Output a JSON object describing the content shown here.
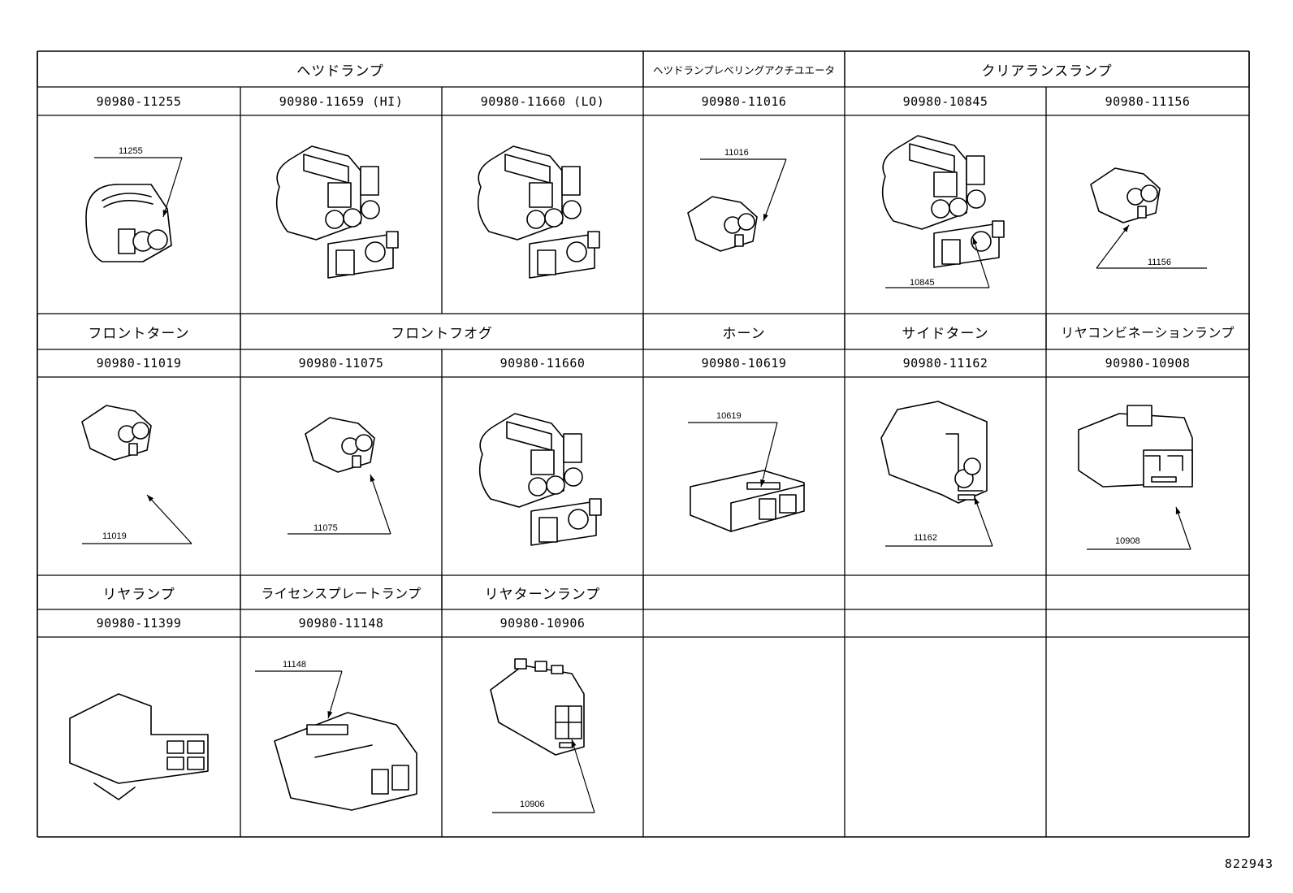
{
  "groups": [
    {
      "title": "ヘツドランプ",
      "parts": [
        {
          "number": "90980-11255",
          "callout": "11255"
        },
        {
          "number": "90980-11659 (HI)",
          "callout": ""
        },
        {
          "number": "90980-11660 (LO)",
          "callout": ""
        }
      ]
    },
    {
      "title": "ヘツドランプレベリングアクチユエータ",
      "parts": [
        {
          "number": "90980-11016",
          "callout": "11016"
        }
      ]
    },
    {
      "title": "クリアランスランプ",
      "parts": [
        {
          "number": "90980-10845",
          "callout": "10845"
        },
        {
          "number": "90980-11156",
          "callout": "11156"
        }
      ]
    },
    {
      "title": "フロントターン",
      "parts": [
        {
          "number": "90980-11019",
          "callout": "11019"
        }
      ]
    },
    {
      "title": "フロントフオグ",
      "parts": [
        {
          "number": "90980-11075",
          "callout": "11075"
        },
        {
          "number": "90980-11660",
          "callout": ""
        }
      ]
    },
    {
      "title": "ホーン",
      "parts": [
        {
          "number": "90980-10619",
          "callout": "10619"
        }
      ]
    },
    {
      "title": "サイドターン",
      "parts": [
        {
          "number": "90980-11162",
          "callout": "11162"
        }
      ]
    },
    {
      "title": "リヤコンビネーションランプ",
      "parts": [
        {
          "number": "90980-10908",
          "callout": "10908"
        }
      ]
    },
    {
      "title": "リヤランプ",
      "parts": [
        {
          "number": "90980-11399",
          "callout": ""
        }
      ]
    },
    {
      "title": "ライセンスプレートランプ",
      "parts": [
        {
          "number": "90980-11148",
          "callout": "11148"
        }
      ]
    },
    {
      "title": "リヤターンランプ",
      "parts": [
        {
          "number": "90980-10906",
          "callout": "10906"
        }
      ]
    }
  ],
  "figure_id": "822943"
}
